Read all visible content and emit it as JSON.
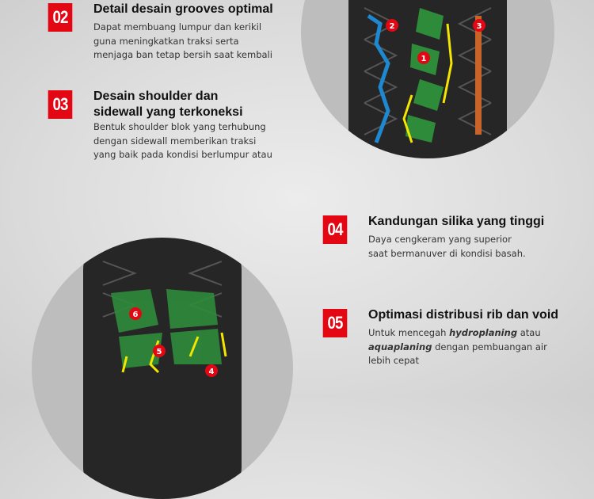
{
  "features": [
    {
      "number": "02",
      "title": "Detail desain grooves optimal",
      "desc": "Dapat membuang lumpur dan kerikil guna meningkatkan traksi serta menjaga ban tetap bersih saat kembali"
    },
    {
      "number": "03",
      "title_line1": "Desain shoulder dan",
      "title_line2": "sidewall yang terkoneksi",
      "desc": "Bentuk shoulder blok yang terhubung dengan sidewall memberikan traksi yang baik pada kondisi berlumpur atau"
    },
    {
      "number": "04",
      "title": "Kandungan silika yang tinggi",
      "desc": "Daya cengkeram yang superior saat bermanuver di kondisi basah."
    },
    {
      "number": "05",
      "title": "Optimasi distribusi rib dan void",
      "desc_parts": [
        "Untuk mencegah ",
        "hydroplaning",
        " atau ",
        "aquaplaning",
        " dengan pembuangan air lebih cepat"
      ]
    }
  ],
  "markers_top": [
    "1",
    "2",
    "3"
  ],
  "markers_bottom": [
    "4",
    "5",
    "6"
  ],
  "colors": {
    "accent": "#e30613",
    "green": "#2e8b3a",
    "blue": "#1e88d0",
    "orange": "#c8642a",
    "yellow": "#f2e600"
  }
}
